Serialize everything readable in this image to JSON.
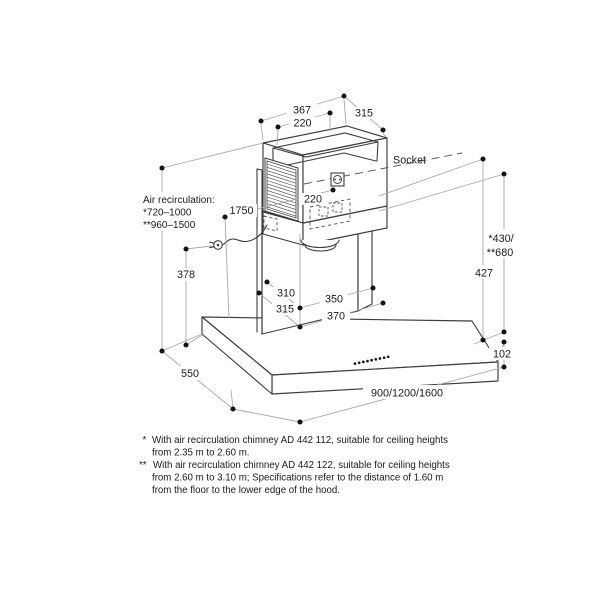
{
  "labels": {
    "dim_367": "367",
    "dim_220_top": "220",
    "dim_315_top": "315",
    "socket": "Socket",
    "dim_220_socket": "220",
    "dim_1750": "1750",
    "air_title": "Air recirculation:",
    "air_note1": "*720–1000",
    "air_note2": "**960–1500",
    "dim_378": "378",
    "dim_310": "310",
    "dim_315_base": "315",
    "dim_350": "350",
    "dim_370": "370",
    "dim_430": "*430/",
    "dim_680": "**680",
    "dim_427": "427",
    "dim_102": "102",
    "dim_550": "550",
    "dim_width": "900/1200/1600"
  },
  "footnotes": {
    "f1": {
      "marker": "*",
      "line1": "With air recirculation chimney AD 442 112, suitable for ceiling heights",
      "line2": "from 2.35 m to 2.60 m."
    },
    "f2": {
      "marker": "**",
      "line1": "With air recirculation chimney AD 442 122, suitable for ceiling heights",
      "line2": "from 2.60 m to 3.10 m; Specifications refer to the distance of 1.60 m",
      "line3": "from the floor to the lower edge of the hood."
    }
  },
  "symbols": {
    "socket_icon": "wall-socket-symbol",
    "plug_icon": "power-plug-symbol",
    "controls": "control-button-dots",
    "grille": "air-outlet-grille"
  },
  "colors": {
    "background": "#ffffff",
    "drawing_line": "#3c3c3c",
    "dimension_line": "#a8a8a8",
    "dashed_line": "#4f4f4f",
    "text": "#1a1a1a",
    "dot": "#141414"
  }
}
